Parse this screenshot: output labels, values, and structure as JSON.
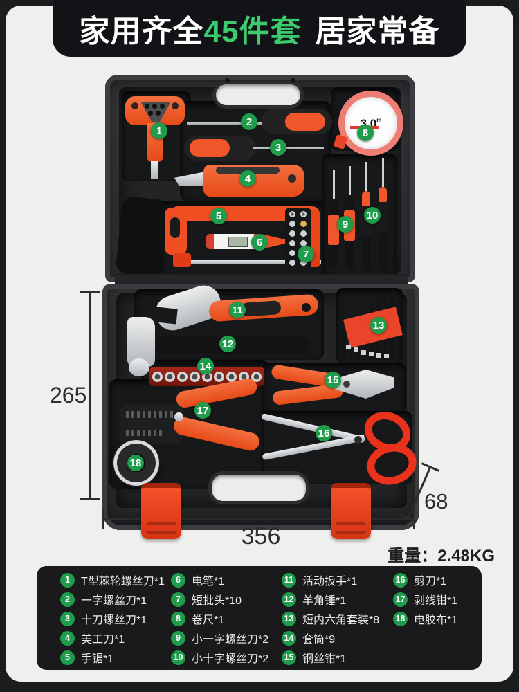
{
  "banner": {
    "text_left": "家用齐全",
    "text_highlight": "45件套",
    "text_right": "居家常备"
  },
  "colors": {
    "banner_bg": "#121316",
    "highlight_green": "#3bcb6e",
    "badge_green": "#1f9c4c",
    "tool_orange": "#f0562a",
    "latch_red": "#e8401f",
    "case_dark": "#2e3032",
    "panel_light": "#efefed"
  },
  "tape": {
    "value": "3.0",
    "unit": "m"
  },
  "dimensions": {
    "height": "265",
    "width": "356",
    "depth": "68"
  },
  "weight": {
    "label": "重量：",
    "value": "2.48KG"
  },
  "callouts": [
    "1",
    "2",
    "3",
    "4",
    "5",
    "6",
    "7",
    "8",
    "9",
    "10",
    "11",
    "12",
    "13",
    "14",
    "15",
    "16",
    "17",
    "18"
  ],
  "legend": {
    "cols": [
      {
        "items": [
          {
            "num": "1",
            "label": "T型棘轮螺丝刀*1"
          },
          {
            "num": "2",
            "label": "一字螺丝刀*1"
          },
          {
            "num": "3",
            "label": "十刀螺丝刀*1"
          },
          {
            "num": "4",
            "label": "美工刀*1"
          },
          {
            "num": "5",
            "label": "手锯*1"
          }
        ]
      },
      {
        "items": [
          {
            "num": "6",
            "label": "电笔*1"
          },
          {
            "num": "7",
            "label": "短批头*10"
          },
          {
            "num": "8",
            "label": "卷尺*1"
          },
          {
            "num": "9",
            "label": "小一字螺丝刀*2"
          },
          {
            "num": "10",
            "label": "小十字螺丝刀*2"
          }
        ]
      },
      {
        "items": [
          {
            "num": "11",
            "label": "活动扳手*1"
          },
          {
            "num": "12",
            "label": "羊角锤*1"
          },
          {
            "num": "13",
            "label": "短内六角套装*8"
          },
          {
            "num": "14",
            "label": "套筒*9"
          },
          {
            "num": "15",
            "label": "钢丝钳*1"
          }
        ]
      },
      {
        "items": [
          {
            "num": "16",
            "label": "剪刀*1"
          },
          {
            "num": "17",
            "label": "剥线钳*1"
          },
          {
            "num": "18",
            "label": "电胶布*1"
          }
        ]
      }
    ]
  }
}
